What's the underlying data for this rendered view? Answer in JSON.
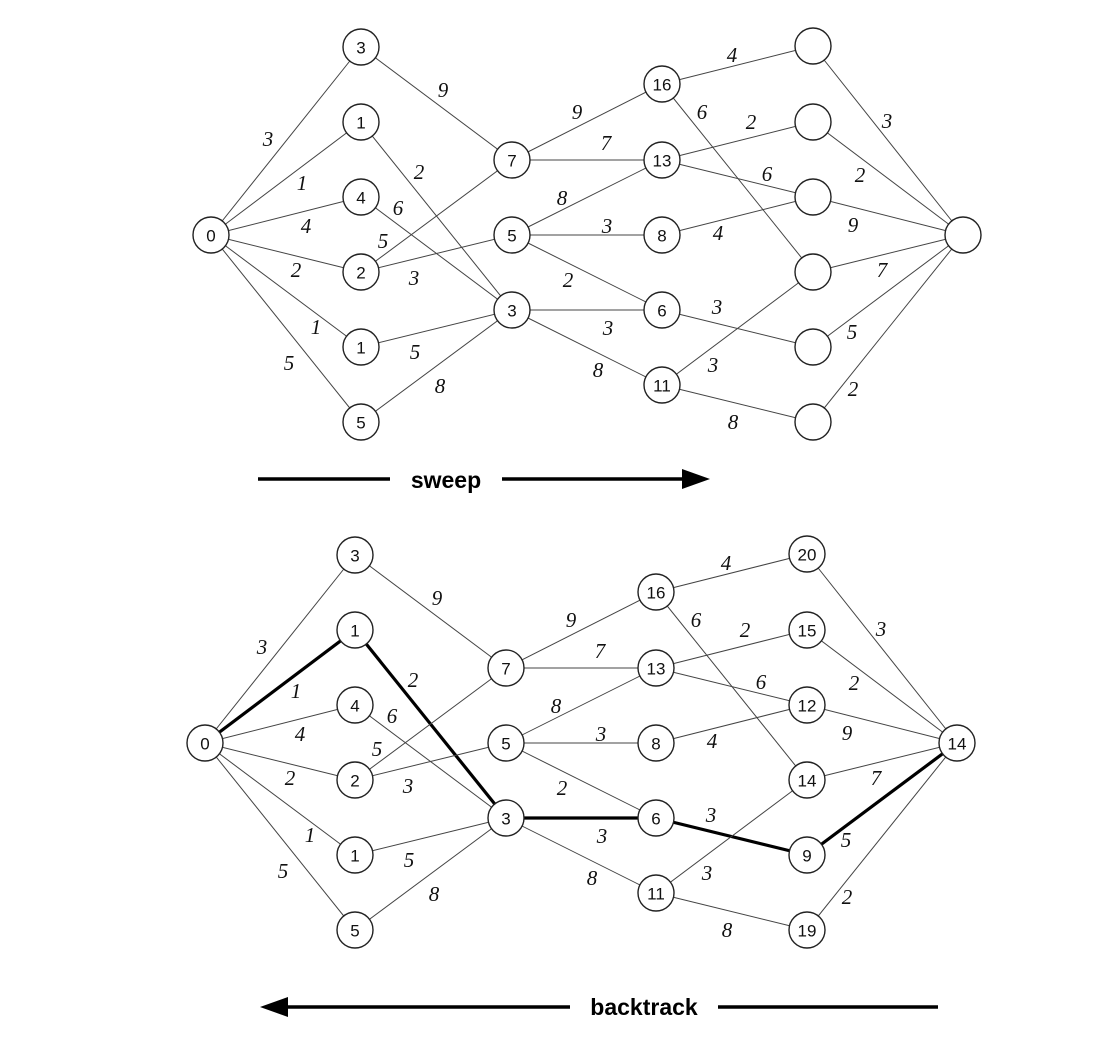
{
  "top_graph": {
    "nodes": [
      {
        "id": "a0",
        "label": "0"
      },
      {
        "id": "b0",
        "label": "3"
      },
      {
        "id": "b1",
        "label": "1"
      },
      {
        "id": "b2",
        "label": "4"
      },
      {
        "id": "b3",
        "label": "2"
      },
      {
        "id": "b4",
        "label": "1"
      },
      {
        "id": "b5",
        "label": "5"
      },
      {
        "id": "c0",
        "label": "7"
      },
      {
        "id": "c1",
        "label": "5"
      },
      {
        "id": "c2",
        "label": "3"
      },
      {
        "id": "d0",
        "label": "16"
      },
      {
        "id": "d1",
        "label": "13"
      },
      {
        "id": "d2",
        "label": "8"
      },
      {
        "id": "d3",
        "label": "6"
      },
      {
        "id": "d4",
        "label": "11"
      },
      {
        "id": "e0",
        "label": ""
      },
      {
        "id": "e1",
        "label": ""
      },
      {
        "id": "e2",
        "label": ""
      },
      {
        "id": "e3",
        "label": ""
      },
      {
        "id": "e4",
        "label": ""
      },
      {
        "id": "e5",
        "label": ""
      },
      {
        "id": "f0",
        "label": ""
      }
    ],
    "bold_edges": []
  },
  "bottom_graph": {
    "nodes": [
      {
        "id": "a0",
        "label": "0"
      },
      {
        "id": "b0",
        "label": "3"
      },
      {
        "id": "b1",
        "label": "1"
      },
      {
        "id": "b2",
        "label": "4"
      },
      {
        "id": "b3",
        "label": "2"
      },
      {
        "id": "b4",
        "label": "1"
      },
      {
        "id": "b5",
        "label": "5"
      },
      {
        "id": "c0",
        "label": "7"
      },
      {
        "id": "c1",
        "label": "5"
      },
      {
        "id": "c2",
        "label": "3"
      },
      {
        "id": "d0",
        "label": "16"
      },
      {
        "id": "d1",
        "label": "13"
      },
      {
        "id": "d2",
        "label": "8"
      },
      {
        "id": "d3",
        "label": "6"
      },
      {
        "id": "d4",
        "label": "11"
      },
      {
        "id": "e0",
        "label": "20"
      },
      {
        "id": "e1",
        "label": "15"
      },
      {
        "id": "e2",
        "label": "12"
      },
      {
        "id": "e3",
        "label": "14"
      },
      {
        "id": "e4",
        "label": "9"
      },
      {
        "id": "e5",
        "label": "19"
      },
      {
        "id": "f0",
        "label": "14"
      }
    ],
    "bold_edges": [
      [
        "a0",
        "b1"
      ],
      [
        "b1",
        "c2"
      ],
      [
        "c2",
        "d3"
      ],
      [
        "d3",
        "e4"
      ],
      [
        "e4",
        "f0"
      ]
    ]
  },
  "edges": [
    {
      "from": "a0",
      "to": "b0",
      "weight": "3"
    },
    {
      "from": "a0",
      "to": "b1",
      "weight": "1"
    },
    {
      "from": "a0",
      "to": "b2",
      "weight": "4"
    },
    {
      "from": "a0",
      "to": "b3",
      "weight": "2"
    },
    {
      "from": "a0",
      "to": "b4",
      "weight": "1"
    },
    {
      "from": "a0",
      "to": "b5",
      "weight": "5"
    },
    {
      "from": "b0",
      "to": "c0",
      "weight": "9"
    },
    {
      "from": "b1",
      "to": "c2",
      "weight": "2"
    },
    {
      "from": "b2",
      "to": "c2",
      "weight": "6"
    },
    {
      "from": "b3",
      "to": "c0",
      "weight": "5"
    },
    {
      "from": "b3",
      "to": "c1",
      "weight": "3"
    },
    {
      "from": "b4",
      "to": "c2",
      "weight": "5"
    },
    {
      "from": "b5",
      "to": "c2",
      "weight": "8"
    },
    {
      "from": "c0",
      "to": "d0",
      "weight": "9"
    },
    {
      "from": "c0",
      "to": "d1",
      "weight": "7"
    },
    {
      "from": "c1",
      "to": "d1",
      "weight": "8"
    },
    {
      "from": "c1",
      "to": "d2",
      "weight": "3"
    },
    {
      "from": "c1",
      "to": "d3",
      "weight": "2"
    },
    {
      "from": "c2",
      "to": "d3",
      "weight": "3"
    },
    {
      "from": "c2",
      "to": "d4",
      "weight": "8"
    },
    {
      "from": "d0",
      "to": "e0",
      "weight": "4"
    },
    {
      "from": "d0",
      "to": "e3",
      "weight": "6"
    },
    {
      "from": "d1",
      "to": "e1",
      "weight": "2"
    },
    {
      "from": "d1",
      "to": "e2",
      "weight": "6"
    },
    {
      "from": "d2",
      "to": "e2",
      "weight": "4"
    },
    {
      "from": "d3",
      "to": "e4",
      "weight": "3"
    },
    {
      "from": "d4",
      "to": "e3",
      "weight": "3"
    },
    {
      "from": "d4",
      "to": "e5",
      "weight": "8"
    },
    {
      "from": "e0",
      "to": "f0",
      "weight": "3"
    },
    {
      "from": "e1",
      "to": "f0",
      "weight": "2"
    },
    {
      "from": "e2",
      "to": "f0",
      "weight": "9"
    },
    {
      "from": "e3",
      "to": "f0",
      "weight": "7"
    },
    {
      "from": "e4",
      "to": "f0",
      "weight": "5"
    },
    {
      "from": "e5",
      "to": "f0",
      "weight": "2"
    }
  ],
  "sweep_label": "sweep",
  "backtrack_label": "backtrack"
}
